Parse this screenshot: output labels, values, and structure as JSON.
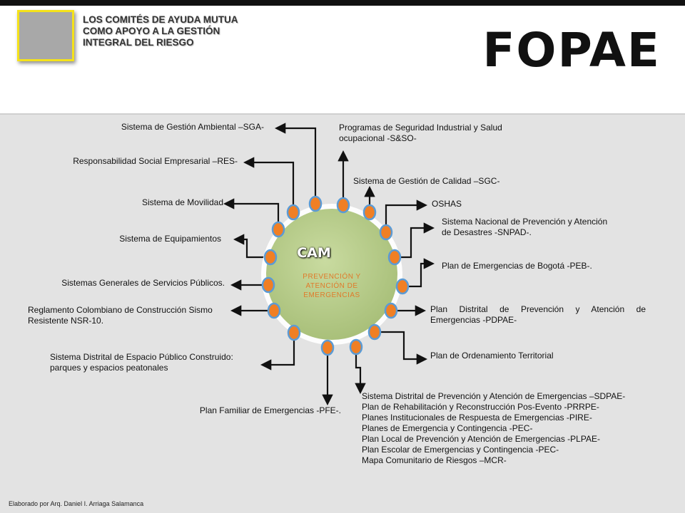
{
  "header": {
    "title_lines": [
      "LOS COMITÉS DE AYUDA MUTUA",
      "COMO APOYO A LA GESTIÓN",
      "INTEGRAL DEL RIESGO"
    ],
    "brand": "FOPAE"
  },
  "center": {
    "title": "CAM",
    "subtitle_lines": [
      "PREVENCIÓN Y",
      "ATENCIÓN DE",
      "EMERGENCIAS"
    ]
  },
  "left_labels": [
    "Sistema de Gestión Ambiental –SGA-",
    "Responsabilidad Social Empresarial –RES-",
    "Sistema de Movilidad",
    "Sistema de Equipamientos",
    "Sistemas Generales  de Servicios Públicos.",
    "Reglamento Colombiano de Construcción Sismo",
    "Resistente NSR-10.",
    "Sistema Distrital de Espacio Público Construido:",
    "parques y espacios peatonales",
    "Plan Familiar de Emergencias -PFE-."
  ],
  "right_labels": [
    "Programas de Seguridad Industrial y Salud",
    "ocupacional -S&SO-",
    "Sistema de Gestión de Calidad –SGC-",
    "OSHAS",
    "Sistema Nacional de Prevención y Atención",
    "de Desastres -SNPAD-.",
    "Plan de Emergencias de Bogotá -PEB-.",
    "Plan   Distrital   de   Prevención   y   Atención   de",
    "Emergencias -PDPAE-",
    "Plan de Ordenamiento Territorial"
  ],
  "bottom_list": [
    "Sistema Distrital de Prevención y Atención de Emergencias –SDPAE-",
    "Plan de Rehabilitación y Reconstrucción Pos-Evento -PRRPE-",
    "Planes Institucionales de Respuesta de Emergencias -PIRE-",
    "Planes de Emergencia y Contingencia -PEC-",
    "Plan Local de Prevención y Atención de Emergencias -PLPAE-",
    "Plan Escolar de Emergencias y Contingencia -PEC-",
    "Mapa Comunitario de Riesgos –MCR-"
  ],
  "footer": "Elaborado por Arq. Daniel I. Arriaga Salamanca",
  "colors": {
    "circle_fill": "#bcd08c",
    "circle_ring": "#ffffff",
    "node_fill": "#f07f24",
    "node_ring": "#5b9bd5",
    "logo_border": "#f5e21a",
    "subtitle": "#e07a2a"
  }
}
